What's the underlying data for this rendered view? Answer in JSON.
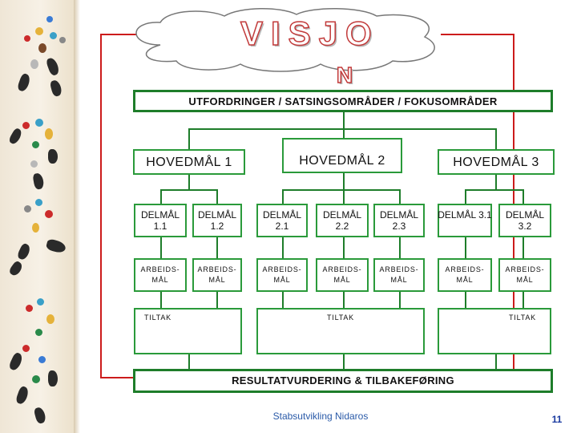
{
  "title": {
    "line1": "VISJO",
    "line2": "N"
  },
  "top_box": "UTFORDRINGER / SATSINGSOMRÅDER / FOKUSOMRÅDER",
  "goals": [
    "HOVEDMÅL 1",
    "HOVEDMÅL 2",
    "HOVEDMÅL 3"
  ],
  "sub_goals": [
    "DELMÅL 1.1",
    "DELMÅL 1.2",
    "DELMÅL 2.1",
    "DELMÅL 2.2",
    "DELMÅL 2.3",
    "DELMÅL 3.1",
    "DELMÅL 3.2"
  ],
  "work_goals": [
    "ARBEIDS-MÅL",
    "ARBEIDS-MÅL",
    "ARBEIDS-MÅL",
    "ARBEIDS-MÅL",
    "ARBEIDS-MÅL",
    "ARBEIDS-MÅL",
    "ARBEIDS-MÅL"
  ],
  "actions": [
    "TILTAK",
    "TILTAK",
    "TILTAK"
  ],
  "evaluation": "RESULTATVURDERING & TILBAKEFØRING",
  "footer": "Stabsutvikling Nidaros",
  "page_number": "11",
  "colors": {
    "dark_green": "#1e7d2a",
    "green": "#2a9a3a",
    "red": "#cc1b1b"
  }
}
